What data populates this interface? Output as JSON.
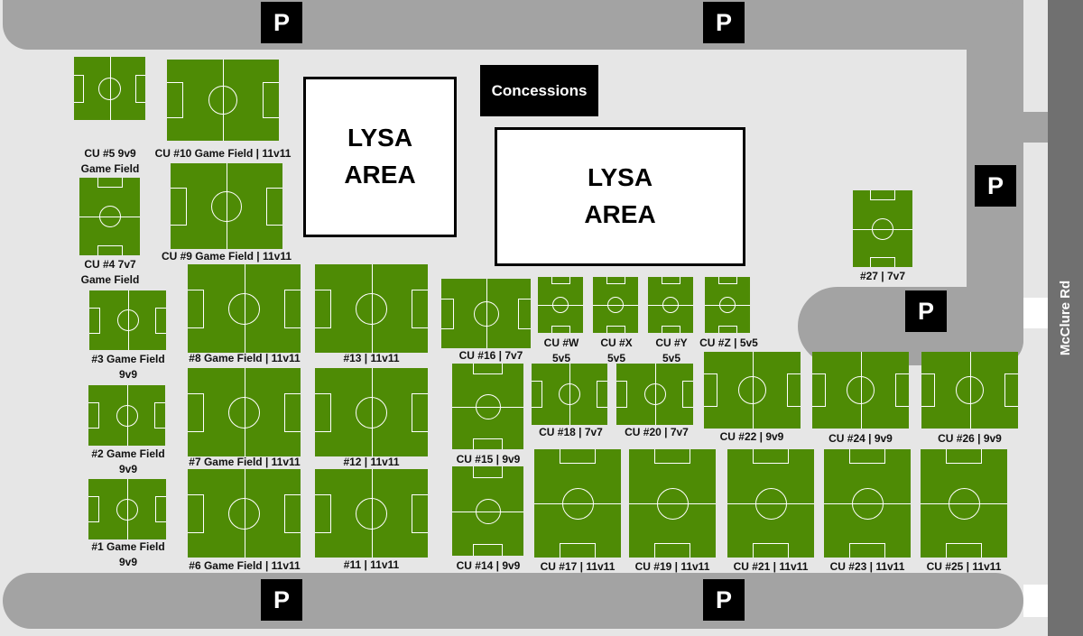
{
  "road_name": "McClure Rd",
  "parking_label": "P",
  "concessions": "Concessions",
  "lysa_areas": [
    "LYSA\nAREA",
    "LYSA\nAREA"
  ],
  "fields": [
    {
      "label": "CU #5 9v9\nGame Field"
    },
    {
      "label": "CU #10 Game Field | 11v11"
    },
    {
      "label": "CU #4 7v7\nGame Field"
    },
    {
      "label": "CU #9 Game Field | 11v11"
    },
    {
      "label": "#3 Game Field\n9v9"
    },
    {
      "label": "#8 Game Field | 11v11"
    },
    {
      "label": "#13 | 11v11"
    },
    {
      "label": "#2 Game Field\n9v9"
    },
    {
      "label": "#7 Game Field | 11v11"
    },
    {
      "label": "#12 | 11v11"
    },
    {
      "label": "#1 Game Field\n9v9"
    },
    {
      "label": "#6 Game Field | 11v11"
    },
    {
      "label": "#11 | 11v11"
    },
    {
      "label": "CU #16 | 7v7"
    },
    {
      "label": "CU #W\n5v5"
    },
    {
      "label": "CU #X\n5v5"
    },
    {
      "label": "CU #Y\n5v5"
    },
    {
      "label": "CU #Z | 5v5"
    },
    {
      "label": "#27 | 7v7"
    },
    {
      "label": "CU #15 | 9v9"
    },
    {
      "label": "CU #18 | 7v7"
    },
    {
      "label": "CU #20 | 7v7"
    },
    {
      "label": "CU #22 | 9v9"
    },
    {
      "label": "CU #24 | 9v9"
    },
    {
      "label": "CU #26 | 9v9"
    },
    {
      "label": "CU #14 | 9v9"
    },
    {
      "label": "CU #17 | 11v11"
    },
    {
      "label": "CU #19 | 11v11"
    },
    {
      "label": "CU #21 | 11v11"
    },
    {
      "label": "CU #23 | 11v11"
    },
    {
      "label": "CU #25 | 11v11"
    }
  ]
}
